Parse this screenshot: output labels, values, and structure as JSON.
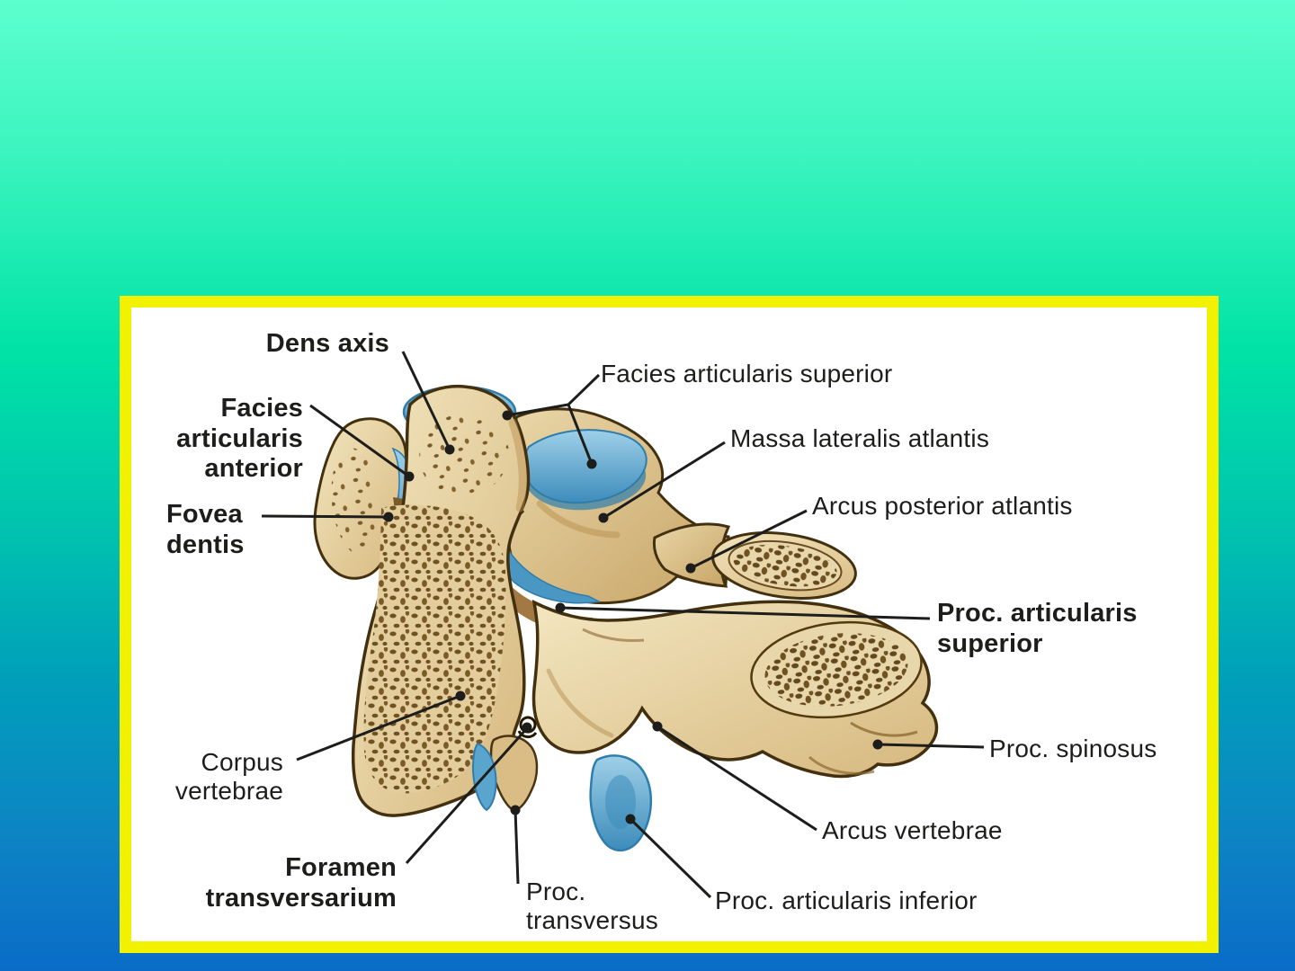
{
  "slide": {
    "colors": {
      "background_top": "#5cffce",
      "background_bottom": "#0a6cc8",
      "frame_yellow": "#f2f200",
      "panel_white": "#ffffff",
      "label_text": "#1d1d1b",
      "bone_light": "#f0e2ba",
      "bone_mid": "#d9bd85",
      "bone_outline": "#43300f",
      "trabecular_brown": "#6f5122",
      "cartilage_blue": "#5aa5cd"
    }
  },
  "labels": [
    {
      "id": "dens-axis",
      "text": "Dens axis",
      "bold": true
    },
    {
      "id": "facies-articularis-anterior",
      "text": "Facies\narticularis\nanterior",
      "bold": true
    },
    {
      "id": "fovea-dentis",
      "text": "Fovea\ndentis",
      "bold": true
    },
    {
      "id": "facies-articularis-superior",
      "text": "Facies articularis superior",
      "bold": false
    },
    {
      "id": "massa-lateralis-atlantis",
      "text": "Massa lateralis atlantis",
      "bold": false
    },
    {
      "id": "arcus-posterior-atlantis",
      "text": "Arcus posterior atlantis",
      "bold": false
    },
    {
      "id": "proc-articularis-superior",
      "text": "Proc. articularis\nsuperior",
      "bold": true
    },
    {
      "id": "proc-spinosus",
      "text": "Proc. spinosus",
      "bold": false
    },
    {
      "id": "arcus-vertebrae",
      "text": "Arcus vertebrae",
      "bold": false
    },
    {
      "id": "proc-articularis-inferior",
      "text": "Proc. articularis inferior",
      "bold": false
    },
    {
      "id": "proc-transversus",
      "text": "Proc.\ntransversus",
      "bold": false
    },
    {
      "id": "foramen-transversarium",
      "text": "Foramen\ntransversarium",
      "bold": true
    },
    {
      "id": "corpus-vertebrae",
      "text": "Corpus\nvertebrae",
      "bold": false
    }
  ]
}
